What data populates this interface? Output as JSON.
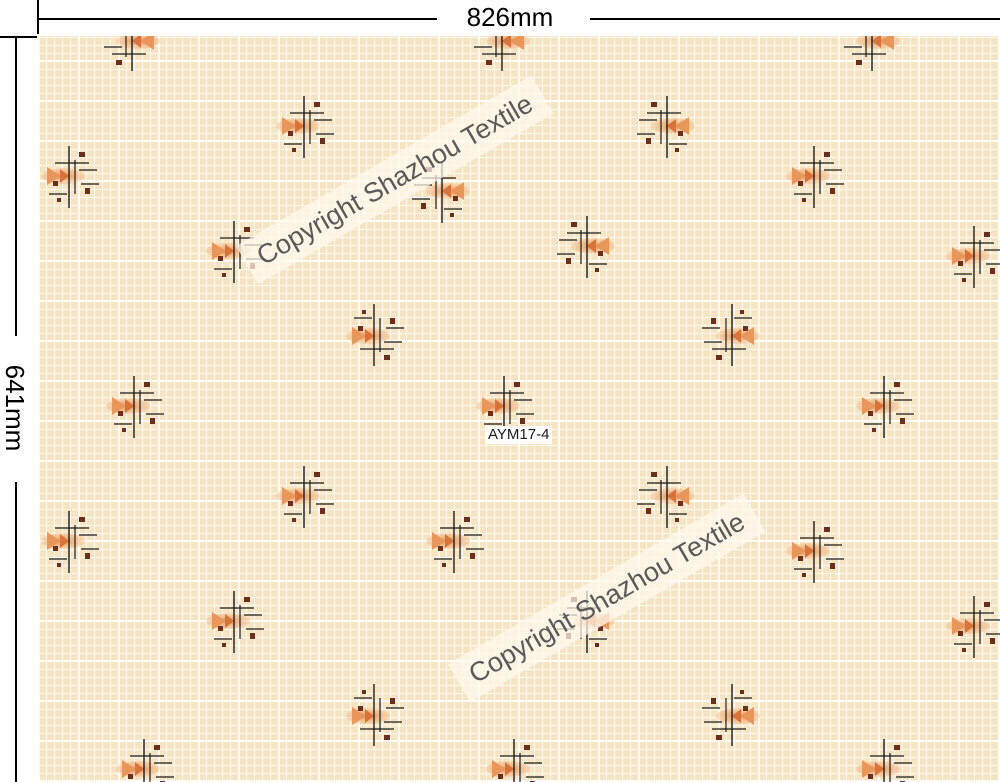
{
  "dimensions": {
    "width_label": "826mm",
    "height_label": "641mm"
  },
  "fabric": {
    "design_code": "AYM17-4",
    "watermarks": [
      "Copyright Shazhou Textile",
      "Copyright Shazhou Textile"
    ],
    "colors": {
      "ground": "#f7e5c2",
      "grid": "#ffffff",
      "motif_orange": "#e8965a",
      "motif_brown": "#6b2f1c",
      "motif_line": "#1a1a1a"
    },
    "motif_icon": "geometric-bird-icon"
  }
}
